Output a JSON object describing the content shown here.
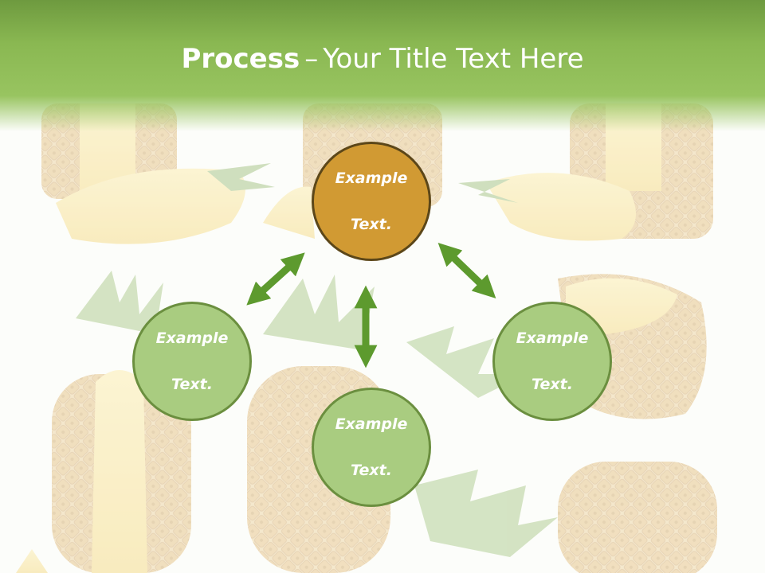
{
  "title": {
    "bold": "Process",
    "separator": "–",
    "rest": "Your Title Text Here"
  },
  "nodes": {
    "top": {
      "line1": "Example",
      "line2": "Text."
    },
    "left": {
      "line1": "Example",
      "line2": "Text."
    },
    "right": {
      "line1": "Example",
      "line2": "Text."
    },
    "bottom": {
      "line1": "Example",
      "line2": "Text."
    }
  },
  "colors": {
    "header_green": "#8ab852",
    "accent_orange": "#d19a33",
    "node_green": "#a9cc80",
    "arrow_green": "#5d9a2e"
  },
  "background": "faded pineapple photo collage"
}
